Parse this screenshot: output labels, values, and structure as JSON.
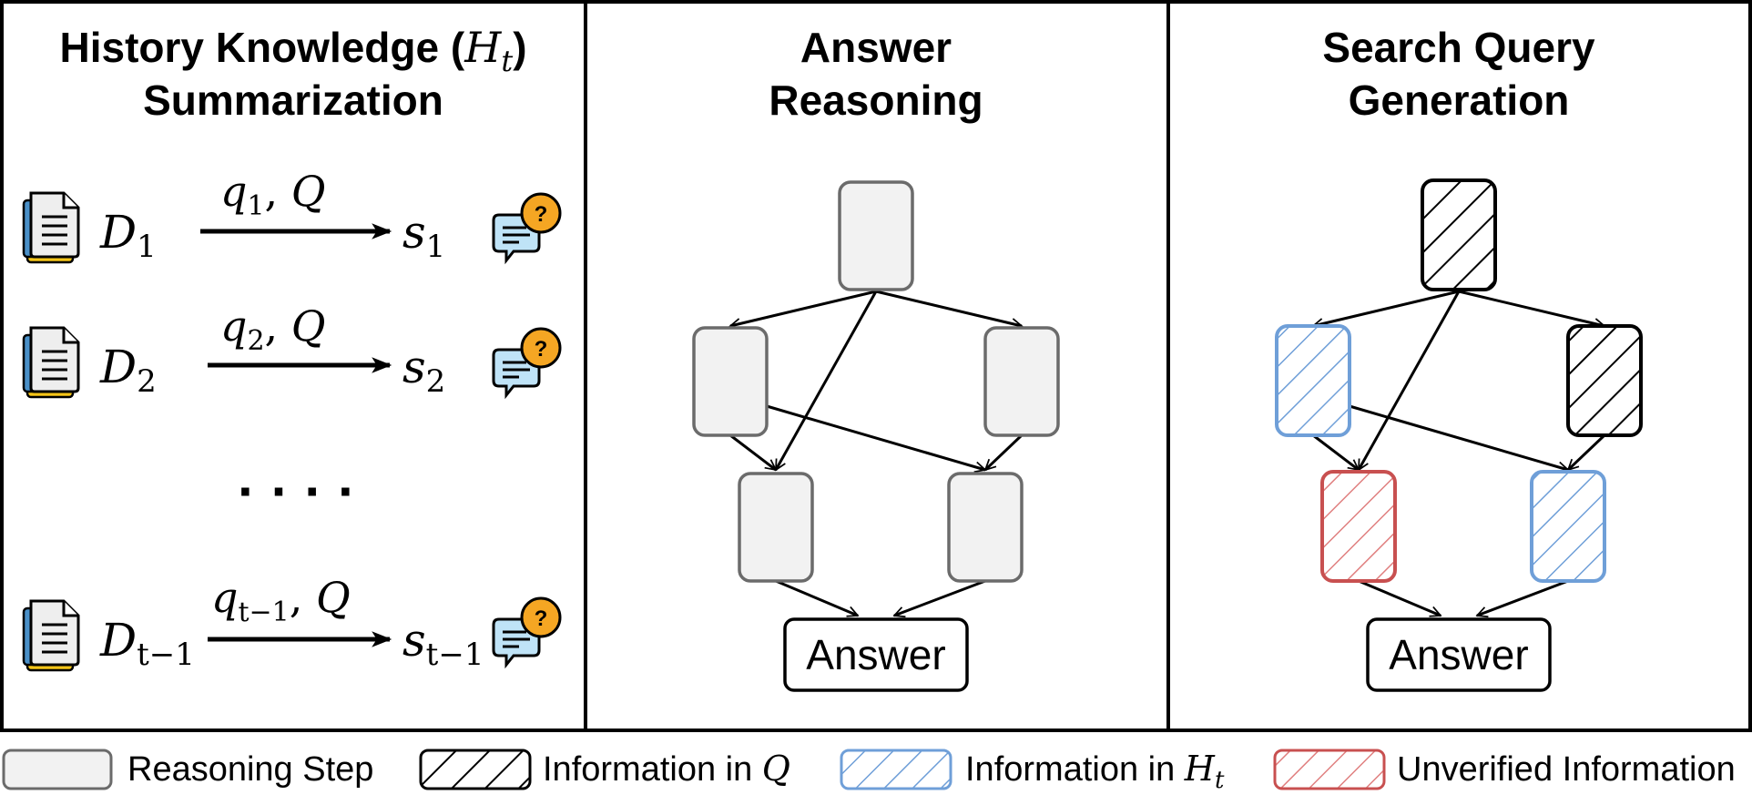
{
  "panels": {
    "history": {
      "title_line1": "History Knowledge (",
      "title_math": "H",
      "title_math_sub": "t",
      "title_close": ")",
      "title_line2": "Summarization",
      "rows": [
        {
          "doc": "D",
          "doc_sub": "1",
          "query": "q",
          "query_sub": "1",
          "query_suffix": ", ",
          "query_cal": "Q",
          "summary": "s",
          "summary_sub": "1"
        },
        {
          "doc": "D",
          "doc_sub": "2",
          "query": "q",
          "query_sub": "2",
          "query_suffix": ", ",
          "query_cal": "Q",
          "summary": "s",
          "summary_sub": "2"
        },
        {
          "doc": "D",
          "doc_sub": "t−1",
          "query": "q",
          "query_sub": "t−1",
          "query_suffix": ", ",
          "query_cal": "Q",
          "summary": "s",
          "summary_sub": "t−1"
        }
      ],
      "ellipsis": "· · · ·",
      "speech_mark": "?"
    },
    "reasoning": {
      "title_line1": "Answer",
      "title_line2": "Reasoning",
      "answer_label": "Answer"
    },
    "query_gen": {
      "title_line1": "Search Query",
      "title_line2": "Generation",
      "answer_label": "Answer"
    }
  },
  "legend": {
    "items": [
      {
        "label": "Reasoning Step",
        "style": "plain"
      },
      {
        "label": "Information in ",
        "math": "Q",
        "style": "black-hatch"
      },
      {
        "label": "Information in ",
        "math": "H",
        "math_sub": "t",
        "style": "blue-hatch"
      },
      {
        "label": "Unverified Information",
        "style": "red-hatch"
      }
    ]
  },
  "colors": {
    "node_fill": "#f2f2f2",
    "node_stroke": "#6b6b6b",
    "black_hatch": "#000000",
    "blue_hatch": "#6f9fd8",
    "red_hatch": "#e08080",
    "red_stroke": "#c85050",
    "doc_yellow": "#f5c518",
    "doc_blue": "#4a90c8",
    "speech_blue": "#bfe3f7",
    "speech_orange": "#f5a623"
  }
}
